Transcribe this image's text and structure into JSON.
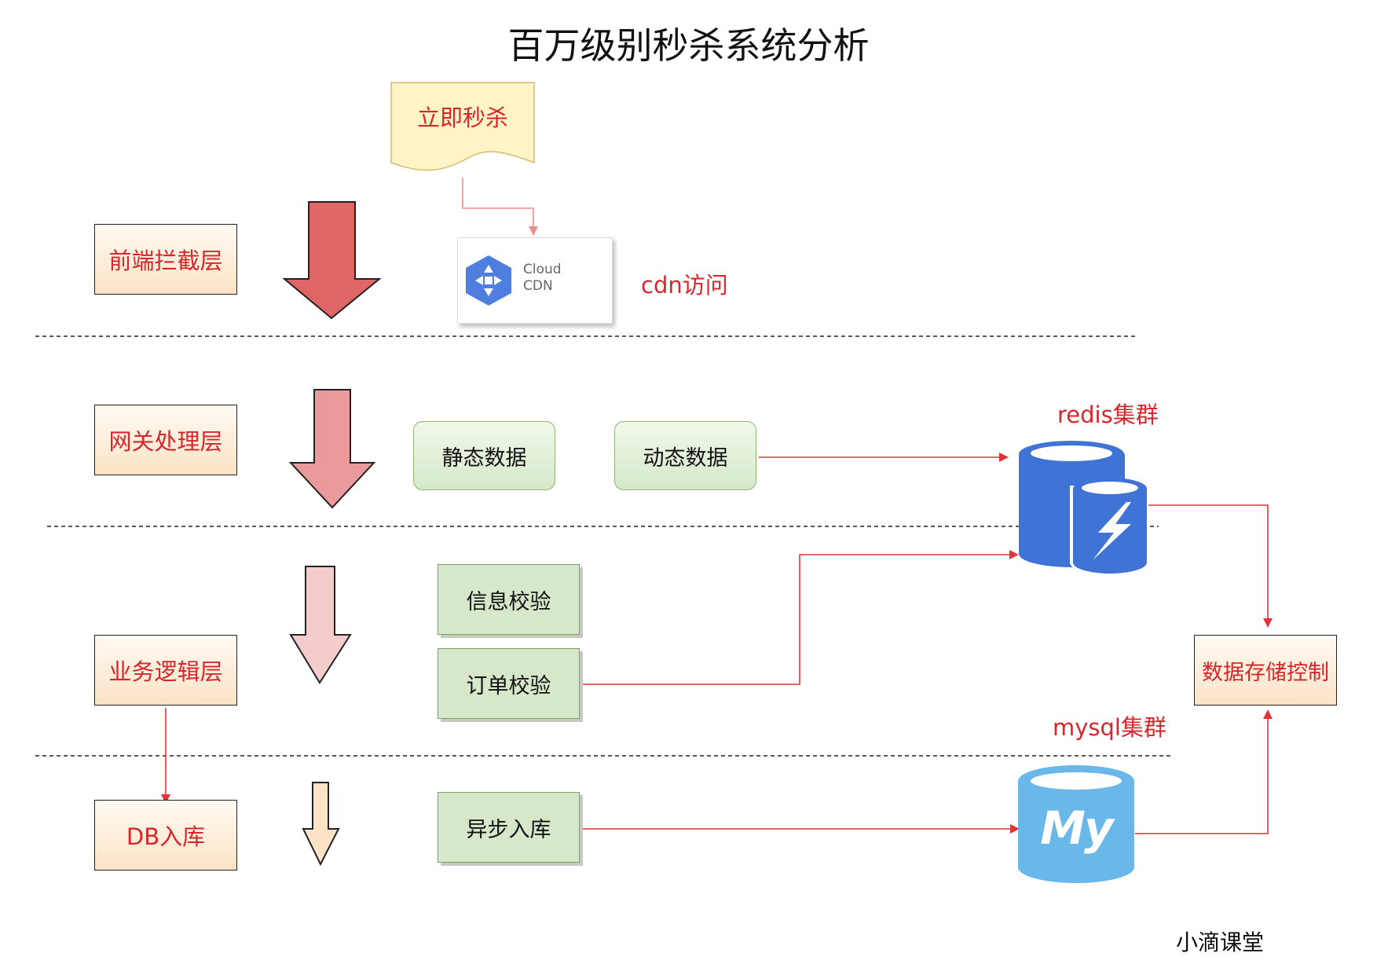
{
  "title": "百万级别秒杀系统分析",
  "trigger": "立即秒杀",
  "cdn": {
    "line1": "Cloud",
    "line2": "CDN",
    "caption": "cdn访问"
  },
  "layers": [
    "前端拦截层",
    "网关处理层",
    "业务逻辑层",
    "DB入库"
  ],
  "gateway": {
    "static": "静态数据",
    "dynamic": "动态数据"
  },
  "business": {
    "info_check": "信息校验",
    "order_check": "订单校验"
  },
  "db": {
    "async": "异步入库"
  },
  "redis": {
    "label": "redis集群"
  },
  "mysql": {
    "label": "mysql集群",
    "logo_text": "My"
  },
  "storage_control": "数据存储控制",
  "watermark": "小滴课堂",
  "colors": {
    "accent_red": "#d8262c",
    "redis_blue": "#3f74d6",
    "mysql_blue": "#6ab7ea"
  }
}
